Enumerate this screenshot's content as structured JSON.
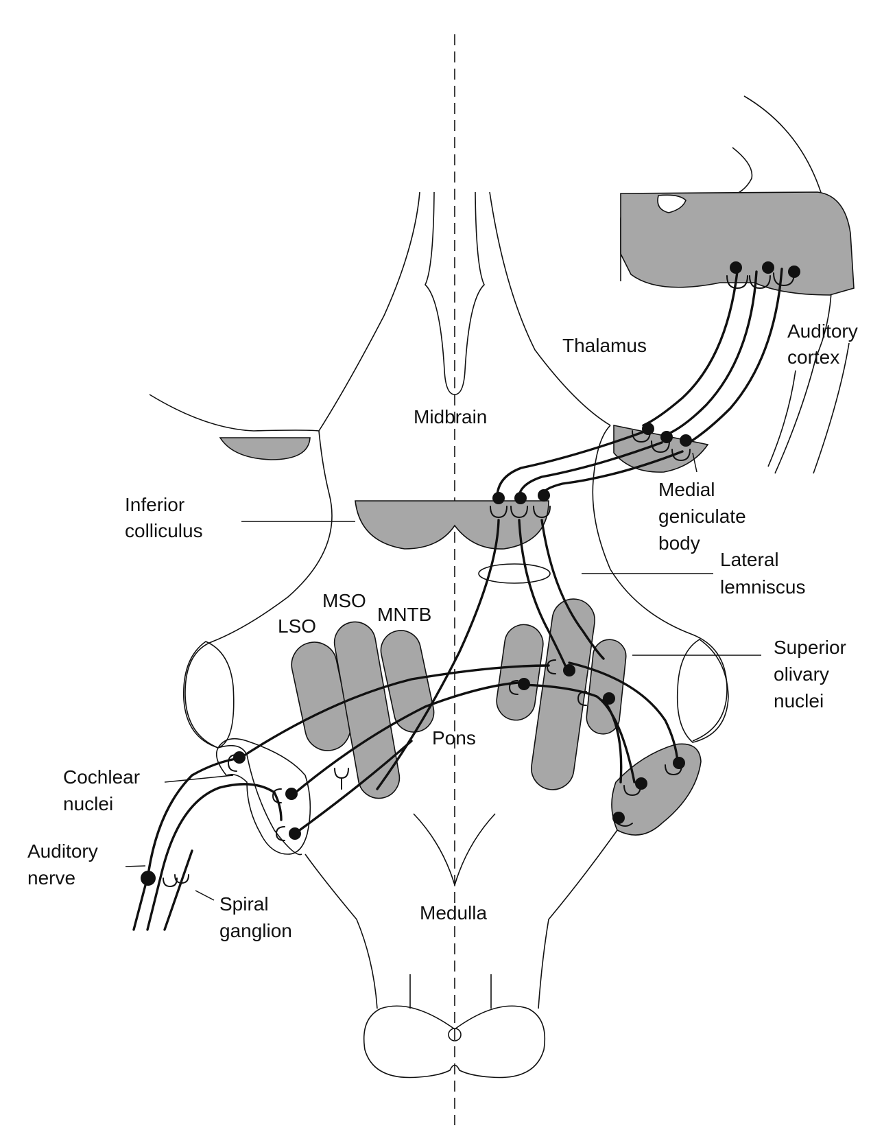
{
  "title": "Ascending auditory pathway",
  "colors": {
    "nucleus_fill": "#a7a7a7",
    "line": "#111111",
    "background": "#ffffff"
  },
  "labels": {
    "auditory_cortex": [
      "Auditory",
      "cortex"
    ],
    "thalamus": "Thalamus",
    "midbrain": "Midbrain",
    "medial_geniculate_body": [
      "Medial",
      "geniculate",
      "body"
    ],
    "inferior_colliculus": [
      "Inferior",
      "colliculus"
    ],
    "lateral_lemniscus": [
      "Lateral",
      "lemniscus"
    ],
    "mso": "MSO",
    "mntb": "MNTB",
    "lso": "LSO",
    "superior_olivary_nuclei": [
      "Superior",
      "olivary",
      "nuclei"
    ],
    "pons": "Pons",
    "cochlear_nuclei": [
      "Cochlear",
      "nuclei"
    ],
    "auditory_nerve": [
      "Auditory",
      "nerve"
    ],
    "spiral_ganglion": [
      "Spiral",
      "ganglion"
    ],
    "medulla": "Medulla"
  }
}
